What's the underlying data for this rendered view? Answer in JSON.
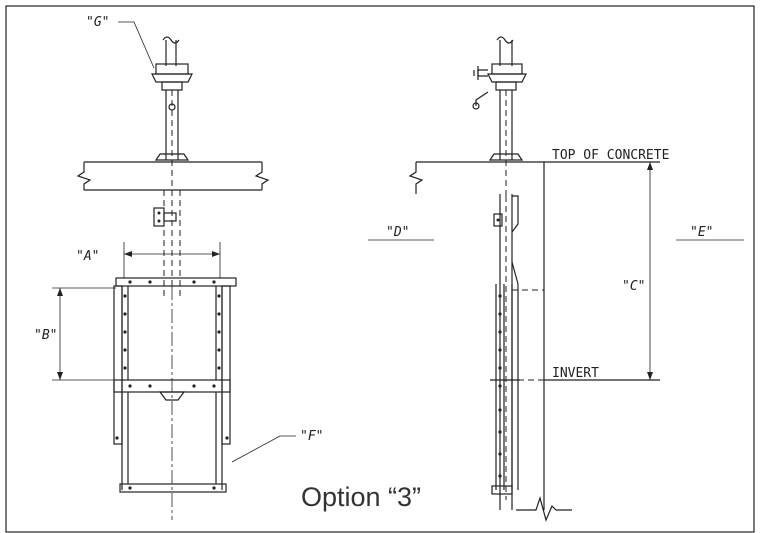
{
  "labels": {
    "a": "\"A\"",
    "b": "\"B\"",
    "c": "\"C\"",
    "d": "\"D\"",
    "e": "\"E\"",
    "f": "\"F\"",
    "g": "\"G\"",
    "top_of_concrete": "TOP OF CONCRETE",
    "invert": "INVERT"
  },
  "caption": "Option “3”"
}
